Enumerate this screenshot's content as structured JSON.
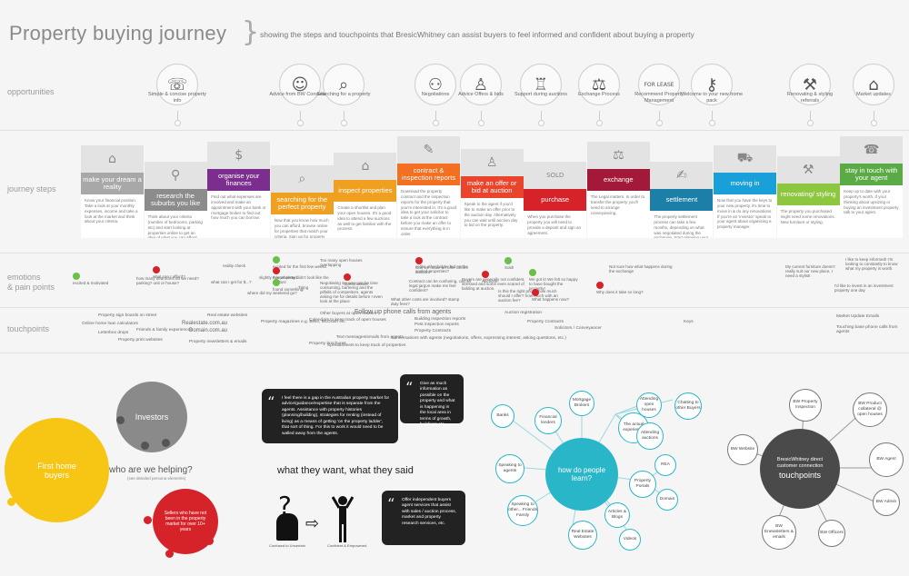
{
  "header": {
    "title": "Property buying journey",
    "brace": "}",
    "subtitle": "showing the steps and touchpoints that BresicWhitney can assist buyers to feel informed and confident about buying a property"
  },
  "row_labels": {
    "opportunities": "opportunities",
    "journey_steps": "journey steps",
    "emotions_line1": "emotions",
    "emotions_line2": "& pain points",
    "touchpoints": "touchpoints"
  },
  "opportunities": [
    {
      "label": "Simple & concise property info",
      "icon": "megaphone-icon",
      "glyph": "☏"
    },
    {
      "label": "Advice from BW Consultant",
      "icon": "people-icon",
      "glyph": "☺"
    },
    {
      "label": "Searching for a property",
      "icon": "search-icon",
      "glyph": "⌕"
    },
    {
      "label": "Negotiations",
      "icon": "network-icon",
      "glyph": "⚇"
    },
    {
      "label": "Advice Offers & bids",
      "icon": "person-icon",
      "glyph": "♙"
    },
    {
      "label": "Support during auctions",
      "icon": "podium-icon",
      "glyph": "♖"
    },
    {
      "label": "Exchange Process",
      "icon": "handshake-icon",
      "glyph": "⚖"
    },
    {
      "label": "Recommend Property Management",
      "icon": "for-lease-sign-icon",
      "glyph": "FOR LEASE"
    },
    {
      "label": "Welcome to your new home pack",
      "icon": "key-icon",
      "glyph": "⚷"
    },
    {
      "label": "Renovating & styling referrals",
      "icon": "tools-icon",
      "glyph": "⚒"
    },
    {
      "label": "Market updates",
      "icon": "house-icon",
      "glyph": "⌂"
    }
  ],
  "steps": [
    {
      "label": "make your dream a reality",
      "color": "#a8a8a8",
      "icon": "house-dream-icon",
      "glyph": "⌂",
      "desc": "Know your financial position. Take a look at your monthly expenses, income and take a look at the market and think about your criteria."
    },
    {
      "label": "research the suburbs you like",
      "color": "#8c8c8c",
      "icon": "location-pin-icon",
      "glyph": "⚲",
      "desc": "Think about your criteria (number of bedrooms, parking etc) and start looking at properties online to get an idea of what you can afford."
    },
    {
      "label": "organise your finances",
      "color": "#7b2e8e",
      "icon": "dollar-icon",
      "glyph": "$",
      "desc": "Find out what expenses are involved and make an appointment with your bank or mortgage broker to find out how much you can borrow."
    },
    {
      "label": "searching for the perfect property",
      "color": "#f0a020",
      "icon": "search-house-icon",
      "glyph": "⌕",
      "desc": "Now that you know how much you can afford, browse online for properties that match your criteria. Sign up for property alerts and start chatting to some agents."
    },
    {
      "label": "inspect properties",
      "color": "#f0a020",
      "icon": "open-house-icon",
      "glyph": "⌂",
      "desc": "Create a shortlist and plan your open houses. It's a good idea to attend a few auctions as well to get familiar with the process."
    },
    {
      "label": "contract & inspection reports",
      "color": "#f36f21",
      "icon": "contract-icon",
      "glyph": "✎",
      "desc": "Download the property contract and the inspection reports for the property that you're interested in. It's a good idea to get your solicitor to take a look at the contract before you make an offer to ensure that everything is in order."
    },
    {
      "label": "make an offer or bid at auction",
      "color": "#e8452c",
      "icon": "bid-person-icon",
      "glyph": "♙",
      "desc": "Speak to the agent if you'd like to make an offer prior to the auction day. Alternatively you can wait until auction day to bid on the property."
    },
    {
      "label": "purchase",
      "color": "#d6232a",
      "icon": "sold-sign-icon",
      "glyph": "SOLD",
      "desc": "When you purchase the property you will need to provide a deposit and sign an agreement."
    },
    {
      "label": "exchange",
      "color": "#a3193a",
      "icon": "gavel-icon",
      "glyph": "⚖",
      "desc": "The Legal matters. In order to transfer the property you'll need to arrange conveyancing."
    },
    {
      "label": "settlement",
      "color": "#1c7fa8",
      "icon": "contract-signing-icon",
      "glyph": "✍",
      "desc": "The property settlement process can take a few months, depending on what was negotiated during the exchange. Start planning your move and any renovations that might be needed."
    },
    {
      "label": "moving in",
      "color": "#1aa0d8",
      "icon": "moving-truck-icon",
      "glyph": "⛟",
      "desc": "Now that you have the keys to your new property, it's time to move in & do any renovations. If you're an 'investor' speak to your agent about organising a property manager."
    },
    {
      "label": "renovating/ styling",
      "color": "#8dc63f",
      "icon": "renovation-tools-icon",
      "glyph": "⚒",
      "desc": "The property you purchased might need some renovations. New furniture or styling."
    },
    {
      "label": "stay in touch with your agent",
      "color": "#5aab46",
      "icon": "mobile-phone-icon",
      "glyph": "☎",
      "desc": "Keep up to date with your property's worth. If your thinking about upsizing or buying an investment property talk to your agent."
    }
  ],
  "emotions": [
    {
      "text": "excited & motivated",
      "color": "#6cbf4a"
    },
    {
      "text": "what can I afford?",
      "color": "#d6232a"
    },
    {
      "text": "how many bedrooms do we need? parking? unit or house?",
      "color": ""
    },
    {
      "text": "what can I get for $...?",
      "color": ""
    },
    {
      "text": "reality check",
      "color": ""
    },
    {
      "text": "slightly overwhelmed",
      "color": ""
    },
    {
      "text": "where did my weekend go?",
      "color": ""
    },
    {
      "text": "excited for the first few weeks",
      "color": "#6cbf4a"
    },
    {
      "text": "this property didn't look like the photos!",
      "color": "#d6232a"
    },
    {
      "text": "found something!",
      "color": "#6cbf4a"
    },
    {
      "text": "Tiring",
      "color": ""
    },
    {
      "text": "Too many open houses overlapping",
      "color": ""
    },
    {
      "text": "Open houses",
      "color": "#d6232a"
    },
    {
      "text": "Negotiating my way can be time consuming, bartering and the pitfalls of competitors. agents asking me for details before I even look at the place",
      "color": ""
    },
    {
      "text": "Can we make an offer before auction?",
      "color": "#d6232a"
    },
    {
      "text": "or the other bidder bid on the sealed properties?",
      "color": ""
    },
    {
      "text": "Contract can be confusing, can all legal jargon make me feel confident?",
      "color": ""
    },
    {
      "text": "What other costs are involved? stamp duty fees?",
      "color": ""
    },
    {
      "text": "Auctions",
      "color": "#d6232a"
    },
    {
      "text": "Buyers are generally not confident, stressed and some even scared of bidding at auction.",
      "color": ""
    },
    {
      "text": "Is this the right price? how much should I offer? how much with an auction fee?",
      "color": ""
    },
    {
      "text": "Sold!",
      "color": "#6cbf4a"
    },
    {
      "text": "We got it! We felt so happy to have bought the property!",
      "color": "#6cbf4a"
    },
    {
      "text": "What happens now?",
      "color": "#d6232a"
    },
    {
      "text": "Not sure how what happens during the exchange",
      "color": ""
    },
    {
      "text": "Why does it take so long?",
      "color": "#d6232a"
    },
    {
      "text": "My current furniture doesn't really suit our new place, I need a stylist!",
      "color": ""
    },
    {
      "text": "I like to keep informed! I'm looking to constantly to know what my property is worth.",
      "color": ""
    },
    {
      "text": "I'd like to invest in an investment property one day",
      "color": ""
    }
  ],
  "touchpoints": [
    "Property sign boards on street",
    "Real estate websites",
    "Realestate.com.au",
    "Domain.com.au",
    "Online home loan calculators",
    "Friends & family experiences",
    "Letterbox drops",
    "Property print websites",
    "Property newsletters & emails",
    "Property magazines e.g. Belle, McGrath etc",
    "Other buyers at open houses",
    "Property brochures",
    "Calendars to keep track of open houses",
    "Follow up phone calls from agents",
    "Building inspection reports",
    "Pest inspection reports",
    "Property Contracts",
    "Text messages/emails from agents",
    "Spreadsheets to keep track of properties",
    "Conversations with agents (negotiations, offers, expressing interest, asking questions, etc.)",
    "Auction registration",
    "Property Contracts",
    "Solicitors / Conveyancer",
    "Keys",
    "Market Update Emails",
    "Touching base phone calls from agents"
  ],
  "who": {
    "heading": "who are we helping?",
    "subheading": "(see detailed persona elements)",
    "first_home": "First home buyers",
    "investors": "Investors",
    "sellers": "Sellers who have not been in the property market for over 10+ years"
  },
  "want": {
    "heading": "what they want, what they said",
    "quote1": "I feel there is a gap in the Australian property market for advice/guidance/expertise that is separate from the agents. Assistance with property histories (planning/building), strategies for renting (instead of living) as a means of getting 'on the property ladder', that sort of thing. For this to work it would need to be walled away from the agents.",
    "quote2": "Give as much information as possible on the property and what is happening in the local area in terms of growth, buildings etc.",
    "quote3": "Offer independent buyers agent services that assist with sales / auction process, market and property research services, etc.",
    "confused": "Confused to Uncertain",
    "confident": "Confident & Empowered"
  },
  "learn": {
    "center": "how do people learn?",
    "nodes": [
      "Banks",
      "Financial lenders",
      "Mortgage Brokers",
      "Attending open houses",
      "Chatting to other Buyers",
      "The actual experience",
      "Attending auctions",
      "REA",
      "Property Portals",
      "Domain",
      "Articles & Blogs",
      "Videos",
      "Real Estate Websites",
      "Speaking to other... Friends Family",
      "Speaking to agents"
    ]
  },
  "touchpoints_map": {
    "center_line1": "BresicWhitney direct",
    "center_line2": "customer connection",
    "center_title": "touchpoints",
    "nodes": [
      "BW Property Inspection",
      "BW Product collateral @ open houses",
      "BW Agent",
      "BW Admin",
      "BW Officers",
      "BW Enewsletters & emails",
      "BW Website"
    ]
  },
  "colors": {
    "teal": "#29b6c8",
    "dark": "#4a4a4a",
    "yellow": "#f7c614",
    "purple": "#7b2e8e",
    "red": "#d6232a",
    "green": "#6cbf4a"
  }
}
